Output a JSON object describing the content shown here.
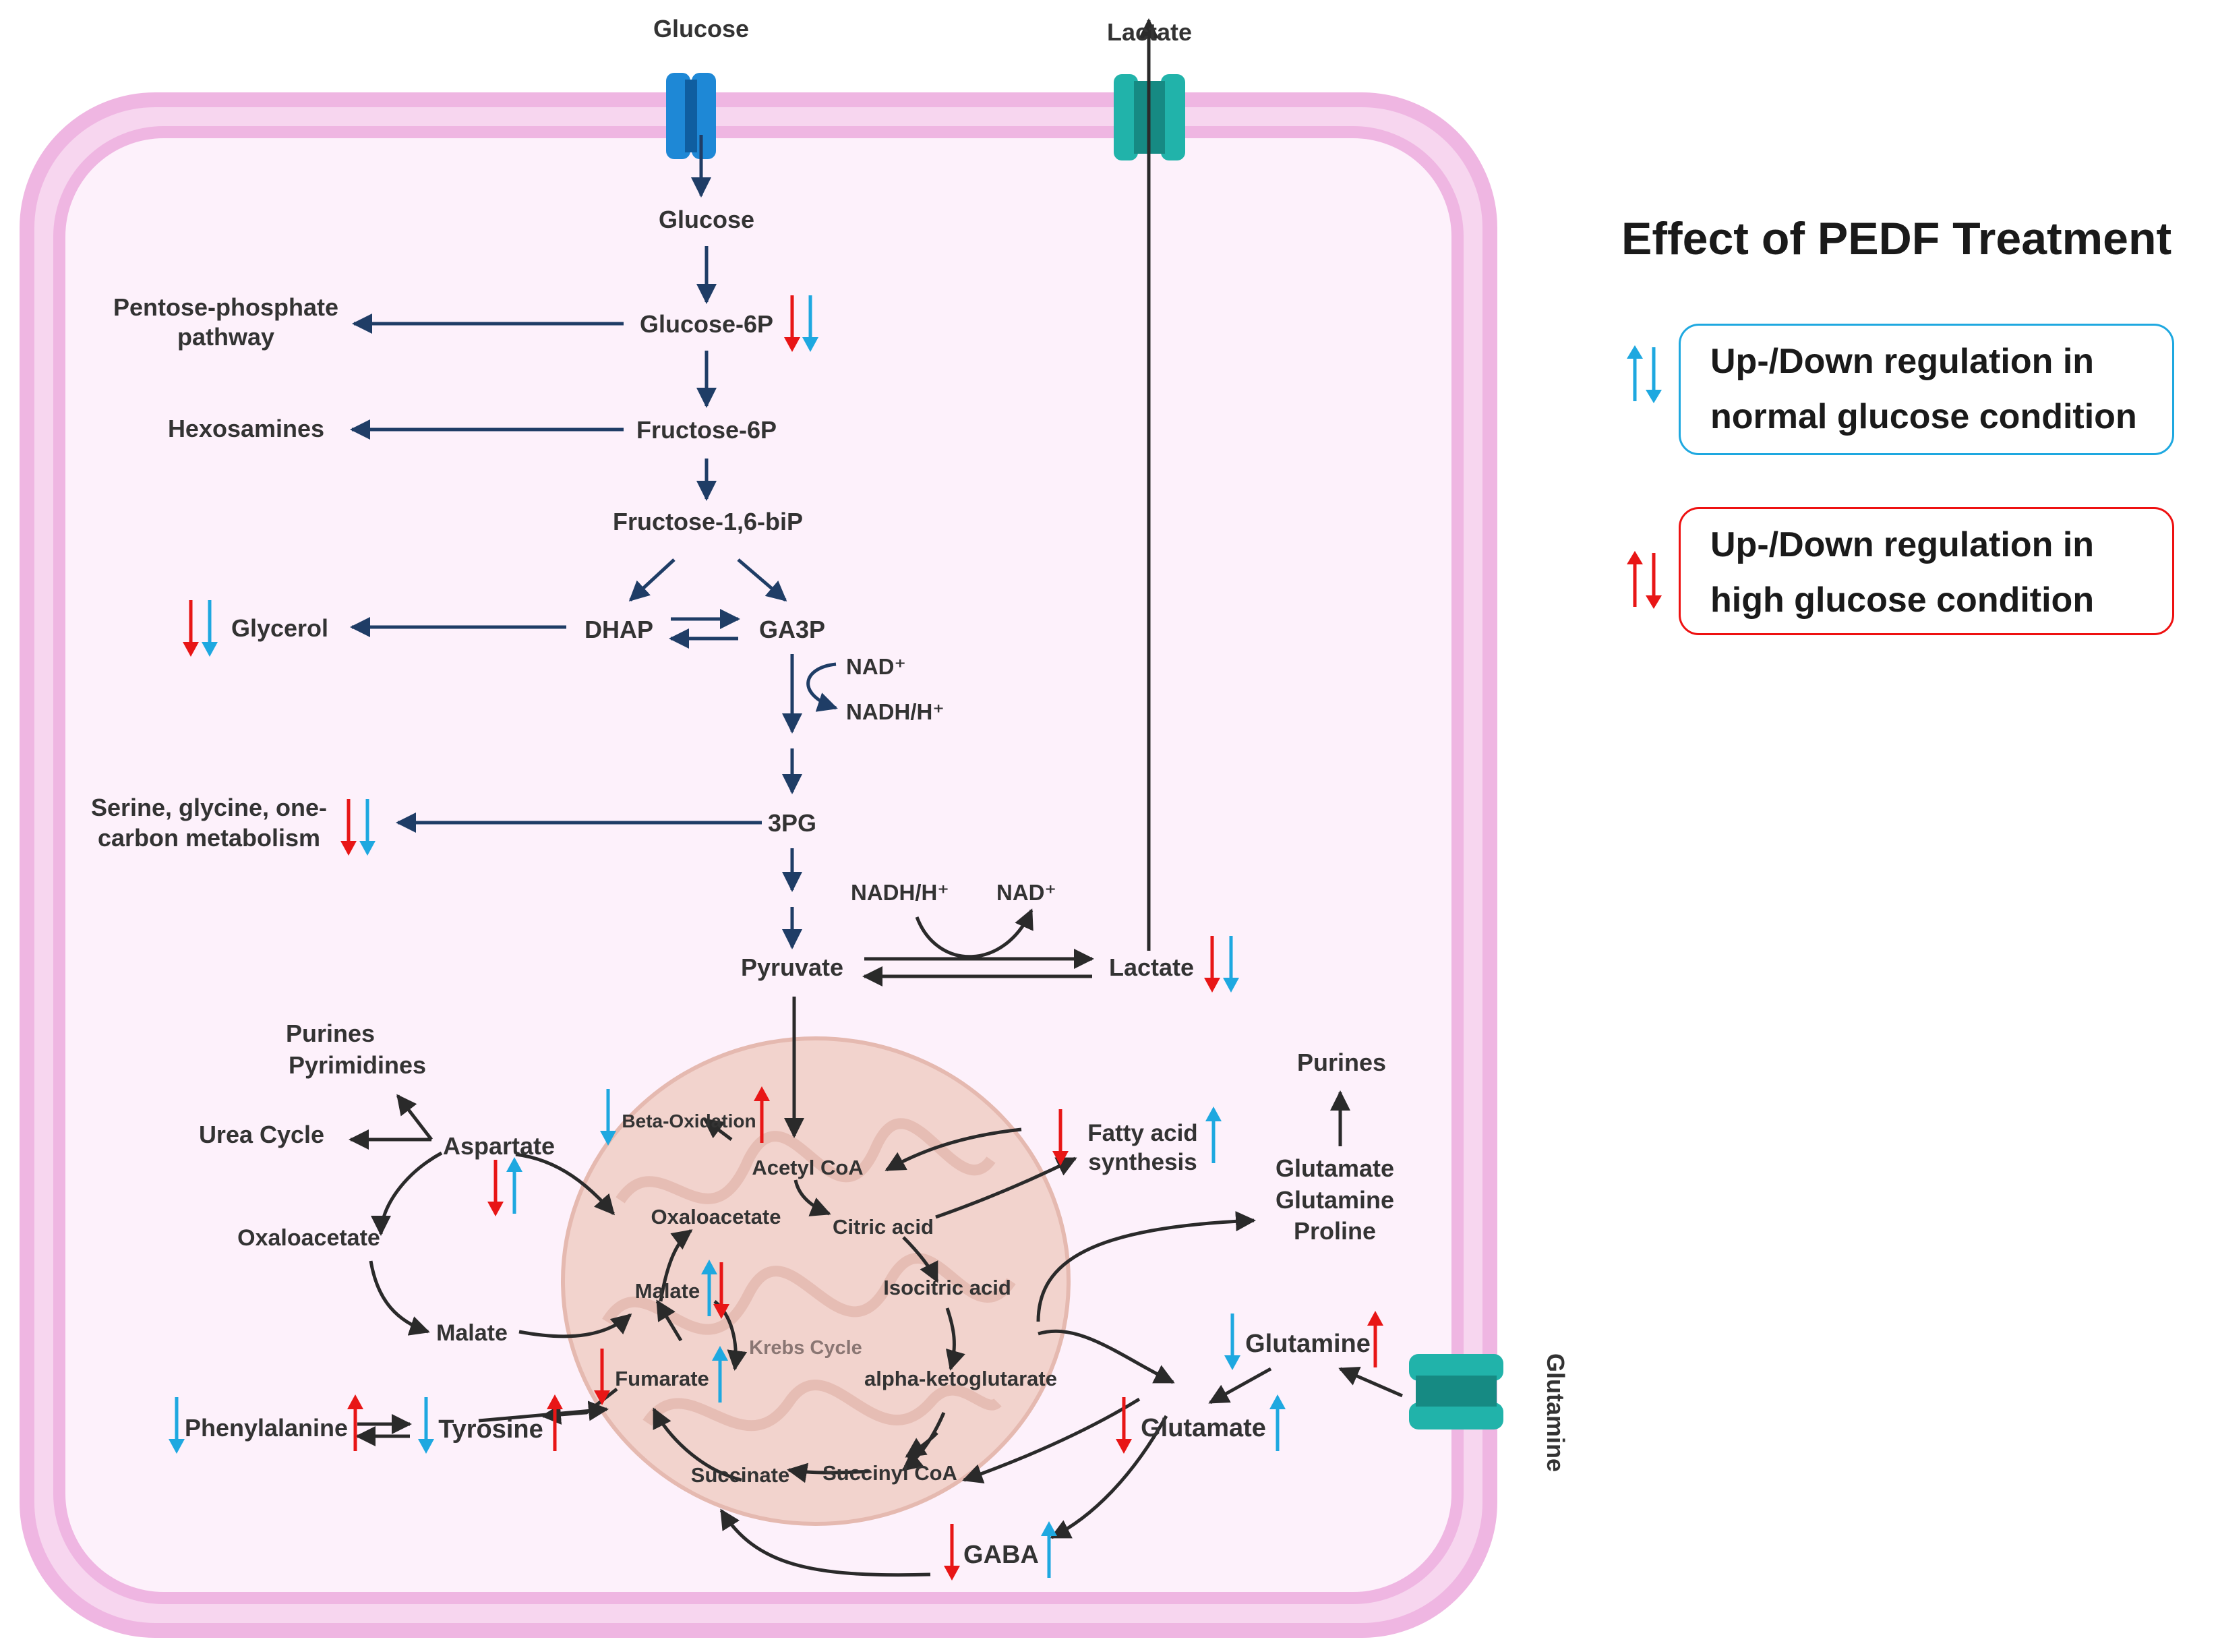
{
  "colors": {
    "up_down_normal": "#1ea8e0",
    "up_down_high": "#e81616",
    "membrane": "#efb6e2",
    "cytoplasm": "#fdf1fb",
    "glycolysis_arrow": "#1f3d66",
    "transporter_glucose": "#1e88d6",
    "transporter_lactate": "#21b3aa"
  },
  "icons": [
    "arrow-up-icon",
    "arrow-down-icon",
    "transporter-icon",
    "mitochondrion-icon"
  ],
  "labels": {
    "glucose_out": "Glucose",
    "lactate_out": "Lactate",
    "glucose_in": "Glucose",
    "glucose6p": "Glucose-6P",
    "ppp_l1": "Pentose-phosphate",
    "ppp_l2": "pathway",
    "hexosamines": "Hexosamines",
    "fructose6p": "Fructose-6P",
    "fructose16bp": "Fructose-1,6-biP",
    "glycerol": "Glycerol",
    "dhap": "DHAP",
    "ga3p": "GA3P",
    "nad1": "NAD⁺",
    "nadh1": "NADH/H⁺",
    "serine_l1": "Serine, glycine, one-",
    "serine_l2": "carbon metabolism",
    "pg3": "3PG",
    "nadh2": "NADH/H⁺",
    "nad2": "NAD⁺",
    "pyruvate": "Pyruvate",
    "lactate_in": "Lactate",
    "purines_pyr_l1": "Purines",
    "purines_pyr_l2": "Pyrimidines",
    "urea": "Urea Cycle",
    "aspartate": "Aspartate",
    "oxaloacetate_cyto": "Oxaloacetate",
    "malate_cyto": "Malate",
    "phenylalanine": "Phenylalanine",
    "tyrosine": "Tyrosine",
    "beta_ox": "Beta-Oxidation",
    "acetyl_coa": "Acetyl CoA",
    "oxaloacetate_mito": "Oxaloacetate",
    "citric": "Citric acid",
    "isocitric": "Isocitric acid",
    "malate_mito": "Malate",
    "krebs": "Krebs Cycle",
    "fumarate": "Fumarate",
    "akg": "alpha-ketoglutarate",
    "succinate": "Succinate",
    "succinyl": "Succinyl CoA",
    "fatty_l1": "Fatty acid",
    "fatty_l2": "synthesis",
    "purines": "Purines",
    "ggp_l1": "Glutamate",
    "ggp_l2": "Glutamine",
    "ggp_l3": "Proline",
    "glutamine_in": "Glutamine",
    "glutamate": "Glutamate",
    "gaba": "GABA",
    "glutamine_out": "Glutamine"
  },
  "legend": {
    "title": "Effect of PEDF Treatment",
    "normal_l1": "Up-/Down regulation in",
    "normal_l2": "normal glucose condition",
    "high_l1": "Up-/Down regulation in",
    "high_l2": "high glucose condition"
  },
  "regulation": [
    {
      "metabolite": "Glucose-6P",
      "high": "down",
      "normal": "down"
    },
    {
      "metabolite": "Glycerol",
      "high": "down",
      "normal": "down"
    },
    {
      "metabolite": "Serine, glycine, one-carbon metabolism",
      "high": "down",
      "normal": "down"
    },
    {
      "metabolite": "Lactate",
      "high": "down",
      "normal": "down"
    },
    {
      "metabolite": "Aspartate",
      "high": "down",
      "normal": "up"
    },
    {
      "metabolite": "Beta-Oxidation",
      "high": "up",
      "normal": "down"
    },
    {
      "metabolite": "Fatty acid synthesis",
      "high": "down",
      "normal": "up"
    },
    {
      "metabolite": "Malate",
      "high": "down",
      "normal": "up"
    },
    {
      "metabolite": "Fumarate",
      "high": "down",
      "normal": "up"
    },
    {
      "metabolite": "Phenylalanine",
      "high": "up",
      "normal": "down"
    },
    {
      "metabolite": "Tyrosine",
      "high": "up",
      "normal": "down"
    },
    {
      "metabolite": "Glutamine",
      "high": "up",
      "normal": "down"
    },
    {
      "metabolite": "Glutamate",
      "high": "down",
      "normal": "up"
    },
    {
      "metabolite": "GABA",
      "high": "down",
      "normal": "up"
    }
  ]
}
